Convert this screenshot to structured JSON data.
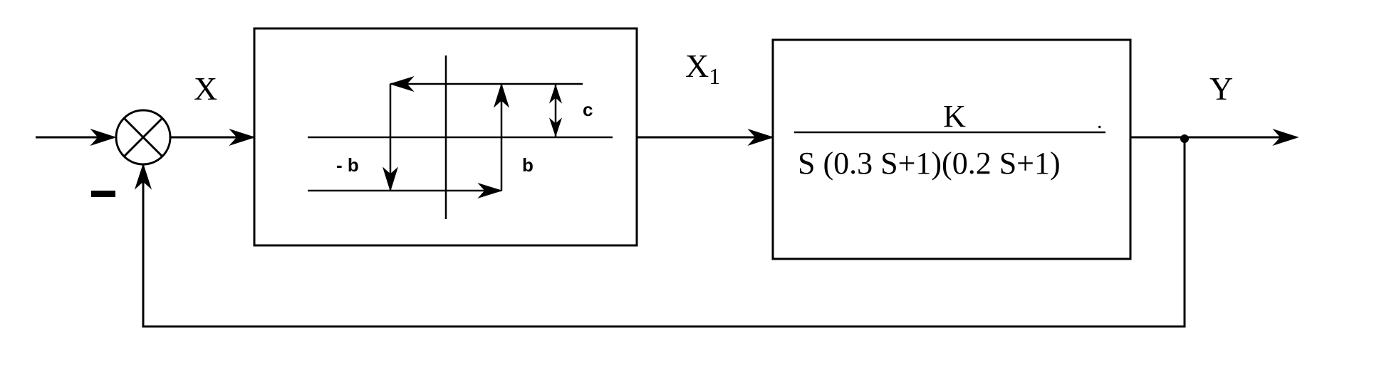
{
  "signals": {
    "input_label": "X",
    "intermediate_label": "X",
    "intermediate_subscript": "1",
    "output_label": "Y",
    "feedback_sign": "−"
  },
  "relay_block": {
    "label_neg_b": "- b",
    "label_b": "b",
    "label_c": "c"
  },
  "plant_block": {
    "numerator": "K",
    "dot": ".",
    "denominator": "S (0.3 S+1)(0.2 S+1)"
  }
}
